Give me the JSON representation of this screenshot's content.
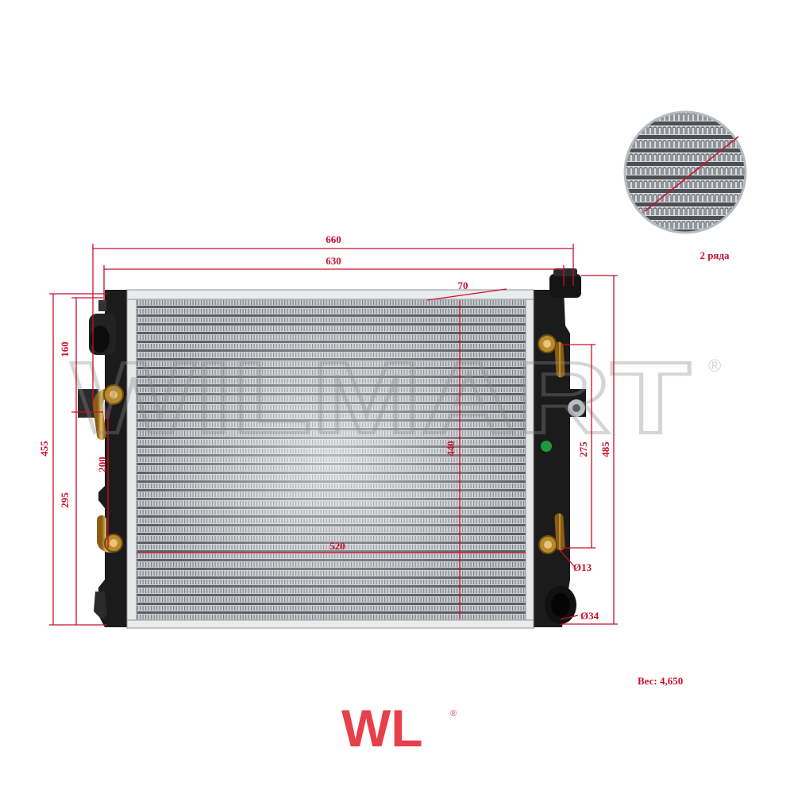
{
  "watermark": {
    "text": "WILMART",
    "registered": "®"
  },
  "dimensions": {
    "overall_width": "660",
    "core_width": "630",
    "filler_offset": "70",
    "left_upper_height": "160",
    "left_total_height": "455",
    "left_lower_height": "295",
    "left_pipe_spacing": "200",
    "core_height": "440",
    "core_inner_width": "520",
    "right_pipe_spacing": "275",
    "right_total_height": "485",
    "small_pipe_diameter": "Ø13",
    "large_pipe_diameter": "Ø34"
  },
  "inset": {
    "caption": "2 ряда"
  },
  "weight": {
    "label": "Вес: 4,650"
  },
  "logo": {
    "text": "WL",
    "registered": "®"
  },
  "colors": {
    "dimension": "#c8102e",
    "logo": "#e8404a",
    "tank": "#1b1b1b",
    "core": "#9a9ea3",
    "brass": "#c8912e"
  }
}
